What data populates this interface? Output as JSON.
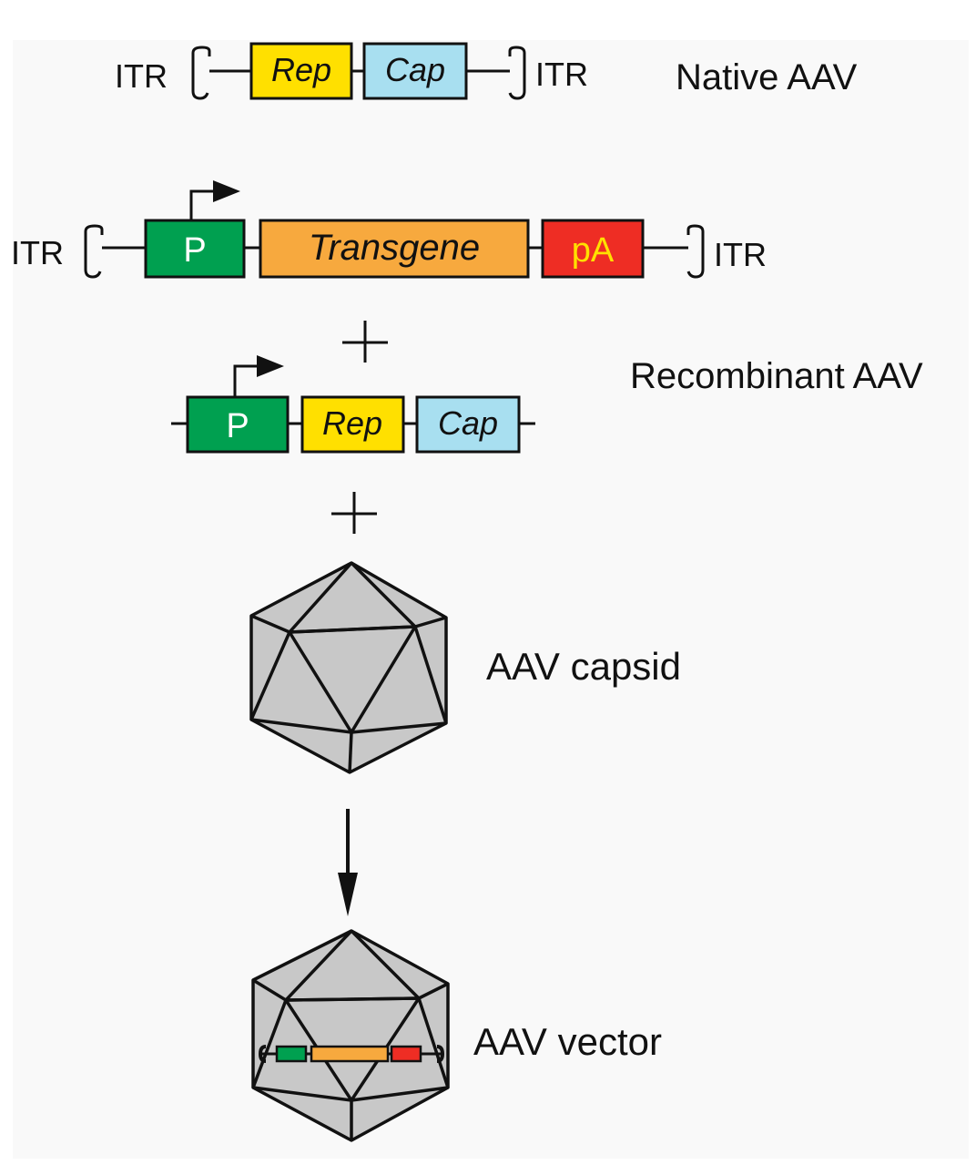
{
  "native": {
    "itr_left": "ITR",
    "rep": "Rep",
    "cap": "Cap",
    "itr_right": "ITR",
    "label": "Native AAV"
  },
  "recombinant": {
    "itr_left": "ITR",
    "promoter": "P",
    "transgene": "Transgene",
    "polya": "pA",
    "itr_right": "ITR",
    "plus_1": "+",
    "helper_promoter": "P",
    "helper_rep": "Rep",
    "helper_cap": "Cap",
    "label": "Recombinant AAV",
    "plus_2": "+"
  },
  "capsid": {
    "label": "AAV capsid"
  },
  "vector": {
    "label": "AAV vector"
  },
  "colors": {
    "rep": "#ffe000",
    "cap": "#a8dff0",
    "promoter": "#00a050",
    "transgene": "#f7a93e",
    "polya": "#ee2d24",
    "polya_text": "#ffe000",
    "capsid_fill": "#c8c8c8"
  }
}
